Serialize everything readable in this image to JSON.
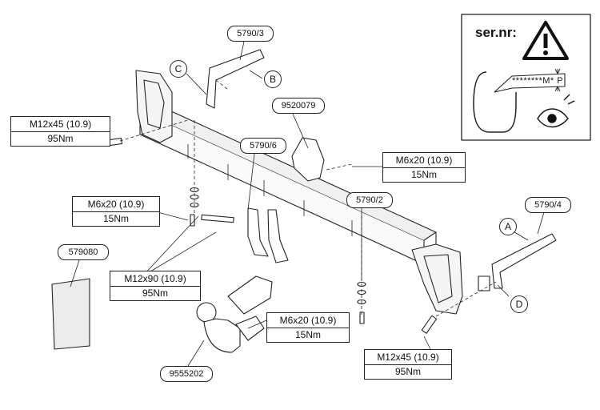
{
  "callouts": {
    "part_5790_3": "5790/3",
    "part_9520079": "9520079",
    "part_5790_6": "5790/6",
    "part_5790_2": "5790/2",
    "part_5790_4": "5790/4",
    "part_579080": "579080",
    "part_9555202": "9555202"
  },
  "letters": {
    "a": "A",
    "b": "B",
    "c": "C",
    "d": "D"
  },
  "torque_boxes": {
    "left_top": {
      "bolt": "M12x45 (10.9)",
      "torque": "95Nm"
    },
    "left_mid": {
      "bolt": "M6x20 (10.9)",
      "torque": "15Nm"
    },
    "right_top": {
      "bolt": "M6x20 (10.9)",
      "torque": "15Nm"
    },
    "center": {
      "bolt": "M12x90 (10.9)",
      "torque": "95Nm"
    },
    "lower_center": {
      "bolt": "M6x20 (10.9)",
      "torque": "15Nm"
    },
    "right_bottom": {
      "bolt": "M12x45 (10.9)",
      "torque": "95Nm"
    }
  },
  "serial_panel": {
    "label": "ser.nr:",
    "plate_code": "********M* P"
  },
  "icons": {
    "warning": "warning-triangle-icon",
    "eye": "eye-icon"
  }
}
